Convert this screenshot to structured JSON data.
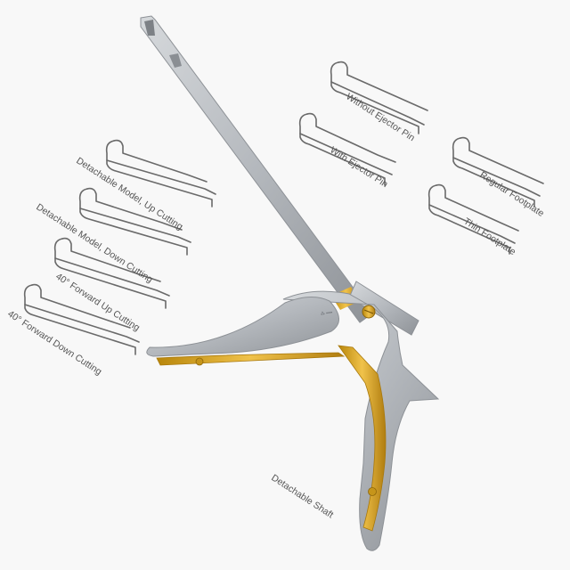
{
  "labels": {
    "without_ejector": "Without Ejector Pin",
    "with_ejector": "With Ejector Pin",
    "regular_footplate": "Regular Footplate",
    "thin_footplate": "Thin Footplate",
    "detachable_up": "Detachable Model, Up Cutting",
    "detachable_down": "Detachable Model, Down Cutting",
    "forward_up_40": "40° Forward Up Cutting",
    "forward_down_40": "40° Forward Down Cutting",
    "detachable_shaft": "Detachable Shaft"
  },
  "colors": {
    "steel": "#b9bdc2",
    "steel_dark": "#8d9196",
    "gold": "#d9a520",
    "gold_dark": "#a8780c",
    "line": "#6a6a6a",
    "background": "#f8f8f8"
  }
}
